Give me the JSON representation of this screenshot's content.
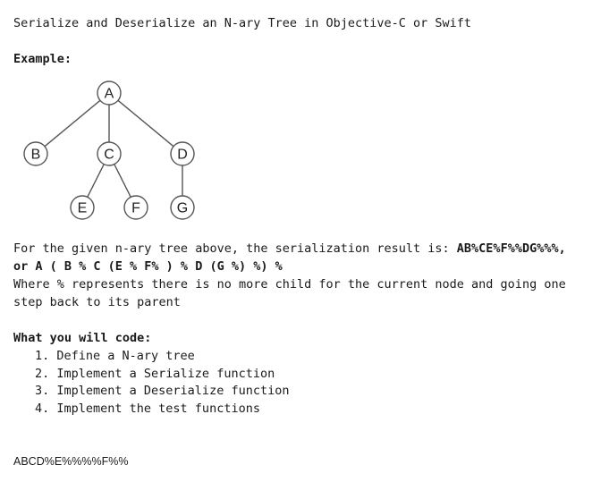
{
  "title": "Serialize and Deserialize an N-ary Tree in Objective-C or Swift",
  "example_label": "Example:",
  "tree": {
    "nodes": [
      {
        "id": "A",
        "label": "A"
      },
      {
        "id": "B",
        "label": "B"
      },
      {
        "id": "C",
        "label": "C"
      },
      {
        "id": "D",
        "label": "D"
      },
      {
        "id": "E",
        "label": "E"
      },
      {
        "id": "F",
        "label": "F"
      },
      {
        "id": "G",
        "label": "G"
      }
    ],
    "edges": [
      [
        "A",
        "B"
      ],
      [
        "A",
        "C"
      ],
      [
        "A",
        "D"
      ],
      [
        "C",
        "E"
      ],
      [
        "C",
        "F"
      ],
      [
        "D",
        "G"
      ]
    ]
  },
  "description": {
    "line1_prefix": "For the given n-ary tree above, the serialization result is: ",
    "line1_result": "AB%CE%F%%DG%%%,",
    "line2": "or A ( B % C (E % F% ) % D (G %) %) %",
    "line3": "Where % represents there is no more child for the current node and going one",
    "line4": "step back to its parent"
  },
  "code_section": {
    "label": "What you will code:",
    "steps": [
      "1. Define a N-ary tree",
      "2. Implement a Serialize function",
      "3. Implement a Deserialize function",
      "4. Implement the test functions"
    ]
  },
  "bottom_string": "ABCD%E%%%%F%%"
}
